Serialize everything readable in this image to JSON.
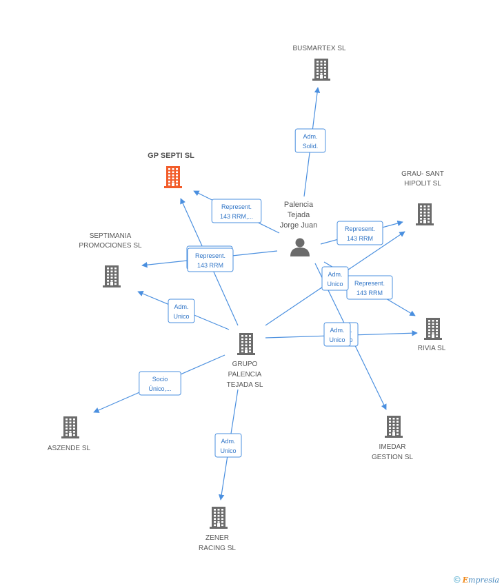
{
  "colors": {
    "edge": "#4a8fdf",
    "building": "#6b6b6b",
    "focus_building": "#f25c2a",
    "person": "#6b6b6b"
  },
  "person": {
    "id": "palencia",
    "label_lines": [
      "Palencia",
      "Tejada",
      "Jorge Juan"
    ],
    "icon": "person-icon"
  },
  "companies": [
    {
      "id": "busmartex",
      "label_lines": [
        "BUSMARTEX SL"
      ],
      "focus": false,
      "icon": "building-icon"
    },
    {
      "id": "gpsepti",
      "label_lines": [
        "GP SEPTI SL"
      ],
      "focus": true,
      "icon": "building-icon"
    },
    {
      "id": "grau",
      "label_lines": [
        "GRAU- SANT",
        "HIPOLIT  SL"
      ],
      "focus": false,
      "icon": "building-icon"
    },
    {
      "id": "septimania",
      "label_lines": [
        "SEPTIMANIA",
        "PROMOCIONES SL"
      ],
      "focus": false,
      "icon": "building-icon"
    },
    {
      "id": "rivia",
      "label_lines": [
        "RIVIA SL"
      ],
      "focus": false,
      "icon": "building-icon"
    },
    {
      "id": "grupo",
      "label_lines": [
        "GRUPO",
        "PALENCIA",
        "TEJADA SL"
      ],
      "focus": false,
      "icon": "building-icon"
    },
    {
      "id": "aszende",
      "label_lines": [
        "ASZENDE  SL"
      ],
      "focus": false,
      "icon": "building-icon"
    },
    {
      "id": "imedar",
      "label_lines": [
        "IMEDAR",
        "GESTION  SL"
      ],
      "focus": false,
      "icon": "building-icon"
    },
    {
      "id": "zener",
      "label_lines": [
        "ZENER",
        "RACING  SL"
      ],
      "focus": false,
      "icon": "building-icon"
    }
  ],
  "edges": [
    {
      "from": "palencia",
      "to": "busmartex",
      "label_lines": [
        "Adm.",
        "Solid."
      ]
    },
    {
      "from": "palencia",
      "to": "gpsepti",
      "label_lines": [
        "Represent.",
        "143 RRM,..."
      ]
    },
    {
      "from": "palencia",
      "to": "grau",
      "label_lines": [
        "Represent.",
        "143 RRM"
      ]
    },
    {
      "from": "palencia",
      "to": "septimania",
      "label_lines": [
        "Represent.",
        "143 RRM"
      ]
    },
    {
      "from": "palencia",
      "to": "rivia",
      "label_lines": [
        "Represent.",
        "143 RRM"
      ]
    },
    {
      "from": "palencia",
      "to": "imedar",
      "label_lines": [
        "Adm.",
        "Unico"
      ]
    },
    {
      "from": "grupo",
      "to": "gpsepti",
      "label_lines": [
        "Represent.",
        "143 RRM"
      ]
    },
    {
      "from": "grupo",
      "to": "septimania",
      "label_lines": [
        "Adm.",
        "Unico"
      ]
    },
    {
      "from": "grupo",
      "to": "grau",
      "label_lines": [
        "Adm.",
        "Unico"
      ]
    },
    {
      "from": "grupo",
      "to": "rivia",
      "label_lines": [
        "Adm.",
        "Unico"
      ]
    },
    {
      "from": "grupo",
      "to": "aszende",
      "label_lines": [
        "Socio",
        "Único,..."
      ]
    },
    {
      "from": "grupo",
      "to": "zener",
      "label_lines": [
        "Adm.",
        "Unico"
      ]
    }
  ],
  "footer": {
    "copyright": "©",
    "brand_initial": "E",
    "brand_rest": "mpresia"
  }
}
